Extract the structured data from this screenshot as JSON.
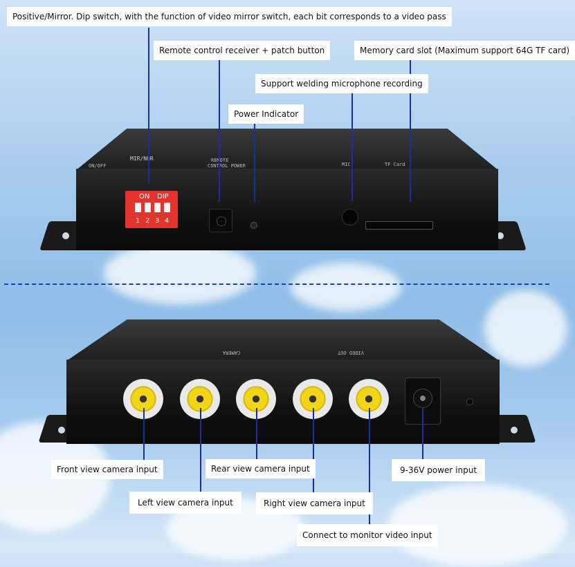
{
  "labels": {
    "dip_switch": "Positive/Mirror. Dip switch, with the function of video mirror switch, each bit corresponds to a video pass",
    "remote_receiver": "Remote control receiver + patch button",
    "memory_card": "Memory card slot (Maximum support 64G TF card)",
    "microphone": "Support welding microphone recording",
    "power_indicator": "Power Indicator",
    "front_camera": "Front view camera input",
    "rear_camera": "Rear view camera input",
    "power_input": "9-36V power input",
    "left_camera": "Left view camera input",
    "right_camera": "Right view camera input",
    "monitor_output": "Connect to monitor video input"
  },
  "dip": {
    "on": "ON",
    "dip": "DIP",
    "numbers": [
      "1",
      "2",
      "3",
      "4"
    ]
  },
  "device_markings": {
    "mir_nor": "MIR/NOR",
    "on_off": "ON/OFF",
    "remote": "REMOTE",
    "control_power": "CONTROL POWER",
    "mic": "MIC",
    "tf_card": "TF Card",
    "camera": "CAMERA",
    "video_out": "VIDEO OUT"
  },
  "colors": {
    "callout_line": "#1a2f9e",
    "dip_red": "#e2332c",
    "rca_yellow": "#f2d518"
  }
}
